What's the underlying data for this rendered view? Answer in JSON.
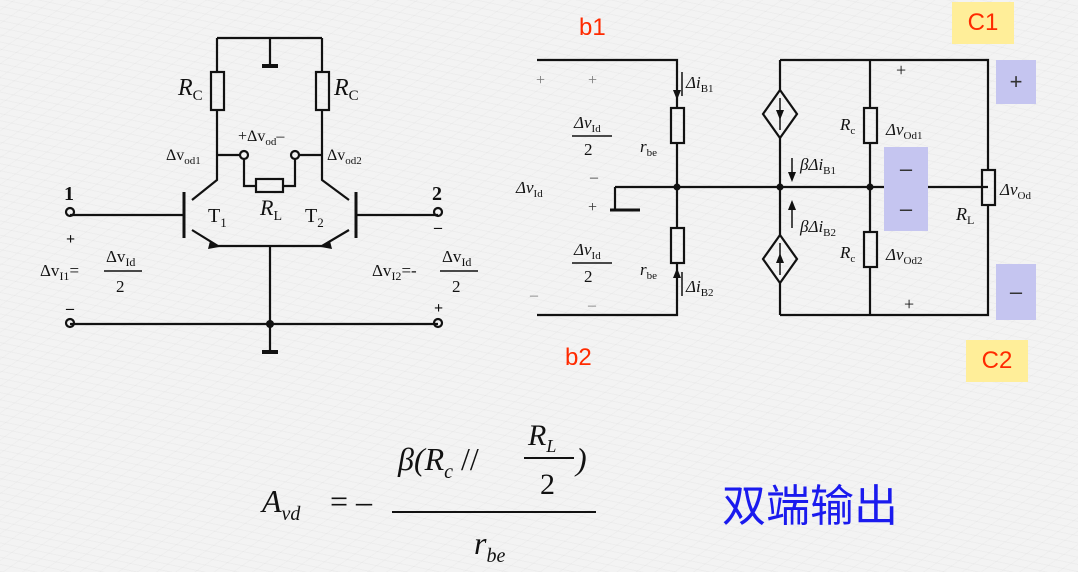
{
  "left_circuit": {
    "rc_left": "R",
    "rc_left_sub": "C",
    "rc_right": "R",
    "rc_right_sub": "C",
    "vod_label": "+Δv",
    "vod_sub": "od",
    "vod_minus": "–",
    "vod1": "Δv",
    "vod1_sub": "od1",
    "vod2": "Δv",
    "vod2_sub": "od2",
    "rl": "R",
    "rl_sub": "L",
    "t1": "T",
    "t1_sub": "1",
    "t2": "T",
    "t2_sub": "2",
    "node1": "1",
    "node2": "2",
    "plus": "+",
    "minus": "–",
    "vi1": "Δv",
    "vi1_sub": "I1",
    "vi1_eq": "=",
    "vi2": "Δv",
    "vi2_sub": "I2",
    "vi2_eq": "=-",
    "frac_num": "Δv",
    "frac_num_sub": "Id",
    "frac_den": "2"
  },
  "right_circuit": {
    "b1": "b1",
    "b2": "b2",
    "c1": "C1",
    "c2": "C2",
    "plus": "+",
    "minus": "–",
    "ib1": "Δi",
    "ib1_sub": "B1",
    "ib2": "Δi",
    "ib2_sub": "B2",
    "rbe": "r",
    "rbe_sub": "be",
    "vid": "Δv",
    "vid_sub": "Id",
    "half_num": "Δv",
    "half_num_sub": "Id",
    "half_den": "2",
    "beta_ib1": "βΔi",
    "beta_ib1_sub": "B1",
    "beta_ib2": "βΔi",
    "beta_ib2_sub": "B2",
    "rc": "R",
    "rc_sub": "c",
    "vod1": "Δv",
    "vod1_sub": "Od1",
    "vod2": "Δv",
    "vod2_sub": "Od2",
    "vod": "Δv",
    "vod_sub": "Od",
    "rl": "R",
    "rl_sub": "L"
  },
  "formula": {
    "lhs": "A",
    "lhs_sub": "vd",
    "eq": "= –",
    "num_beta": "β(R",
    "num_sub_c": "c",
    "num_par": " // ",
    "num_rl": "R",
    "num_rl_sub": "L",
    "num_two": "2",
    "num_close": ")",
    "den": "r",
    "den_sub": "be"
  },
  "note": "双端输出"
}
